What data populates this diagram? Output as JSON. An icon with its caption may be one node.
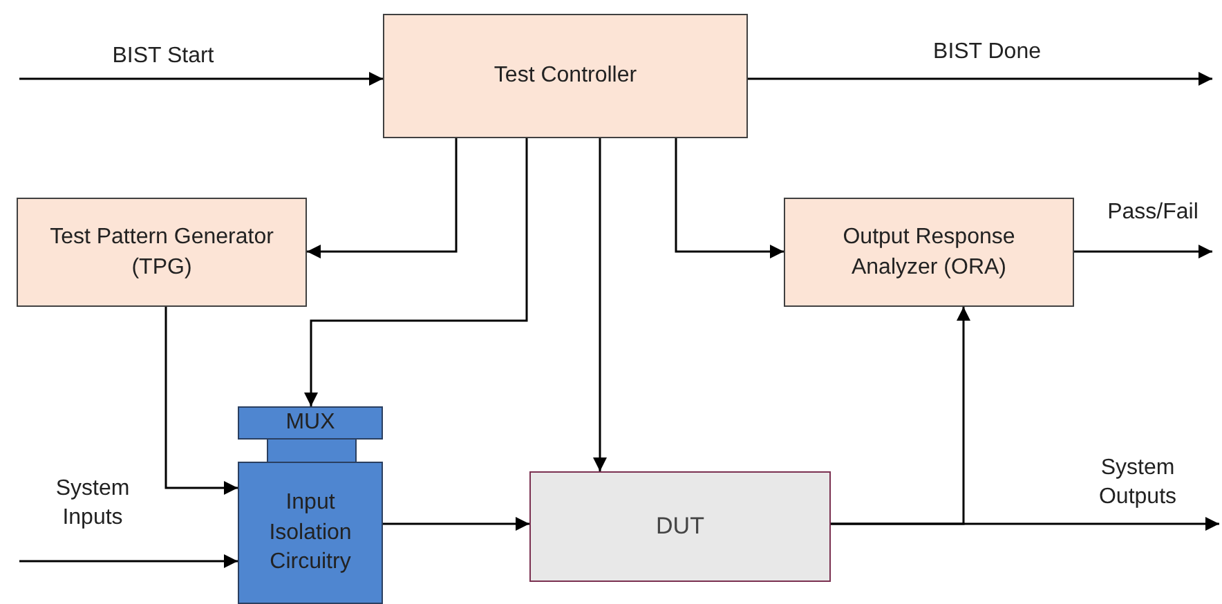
{
  "diagram": {
    "nodes": [
      {
        "text": [
          "Test Controller"
        ]
      },
      {
        "text": [
          "Test Pattern Generator (TPG)"
        ]
      },
      {
        "text": [
          "Output Response Analyzer (ORA)"
        ]
      },
      {
        "text": [
          "MUX"
        ]
      },
      {
        "text": [
          "Input Isolation Circuitry"
        ]
      },
      {
        "text": [
          "DUT"
        ]
      }
    ],
    "edges": [
      {
        "from": null,
        "to": 0,
        "arrow": "to",
        "label": "BIST Start"
      },
      {
        "from": 0,
        "to": null,
        "arrow": "to",
        "label": "BIST Done"
      },
      {
        "from": 0,
        "to": 1,
        "arrow": "to"
      },
      {
        "from": 0,
        "to": 3,
        "arrow": "to"
      },
      {
        "from": 0,
        "to": 5,
        "arrow": "to"
      },
      {
        "from": 0,
        "to": 2,
        "arrow": "to"
      },
      {
        "from": 2,
        "to": null,
        "arrow": "to",
        "label": "Pass/Fail"
      },
      {
        "from": 1,
        "to": 4,
        "arrow": "to"
      },
      {
        "from": null,
        "to": 4,
        "arrow": "to",
        "label": "System Inputs"
      },
      {
        "from": 4,
        "to": 5,
        "arrow": "to"
      },
      {
        "from": 5,
        "to": null,
        "arrow": "to",
        "label": "System Outputs"
      },
      {
        "from": 5,
        "to": 2,
        "arrow": "to"
      }
    ]
  }
}
